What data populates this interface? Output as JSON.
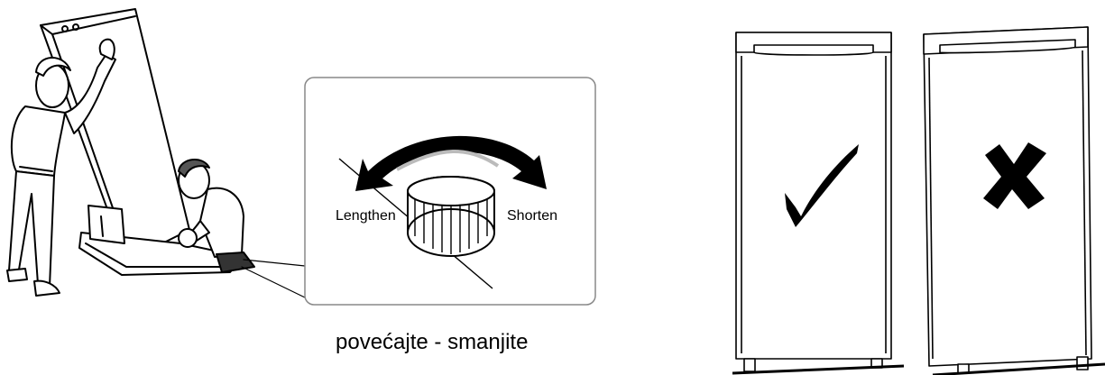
{
  "diagram": {
    "detail": {
      "left_label": "Lengthen",
      "right_label": "Shorten"
    },
    "caption": "povećajte - smanjite",
    "correct_icon": "check-icon",
    "incorrect_icon": "x-icon"
  }
}
